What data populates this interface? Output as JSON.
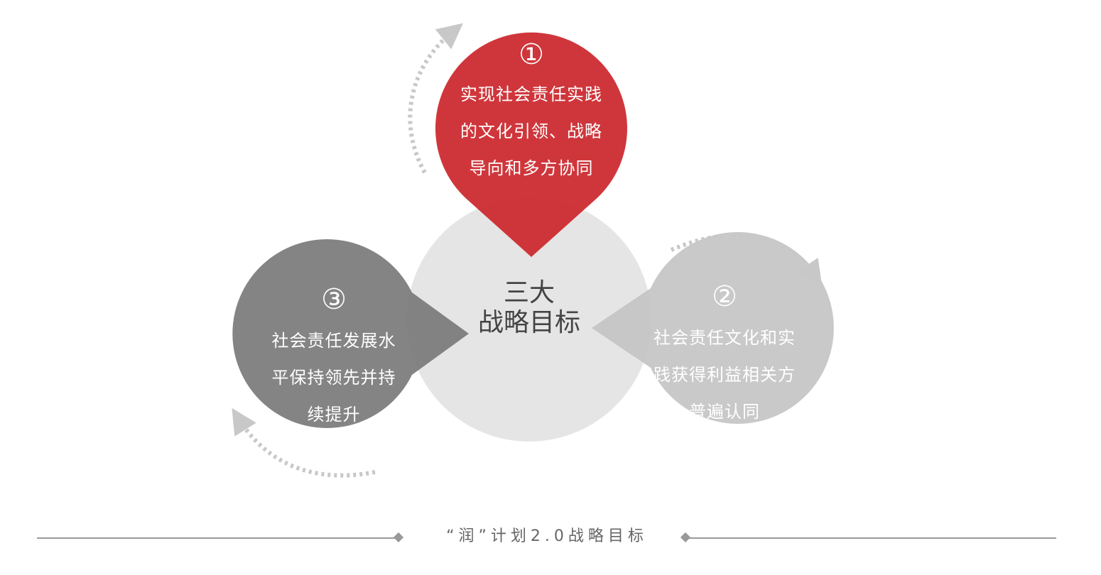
{
  "center": {
    "line1": "三大",
    "line2": "战略目标"
  },
  "goals": [
    {
      "number": "①",
      "lines": [
        "实现社会责任实践",
        "的文化引领、战略",
        "导向和多方协同"
      ],
      "color": "#cc2b30"
    },
    {
      "number": "②",
      "lines": [
        "社会责任文化和实",
        "践获得利益相关方",
        "普遍认同"
      ],
      "color": "#c4c4c4"
    },
    {
      "number": "③",
      "lines": [
        "社会责任发展水",
        "平保持领先并持",
        "续提升"
      ],
      "color": "#7a7a7a"
    }
  ],
  "center_color": "#e5e5e5",
  "arrow_color": "#c8c8c8",
  "footer": {
    "text": "“润”计划2.0战略目标"
  }
}
